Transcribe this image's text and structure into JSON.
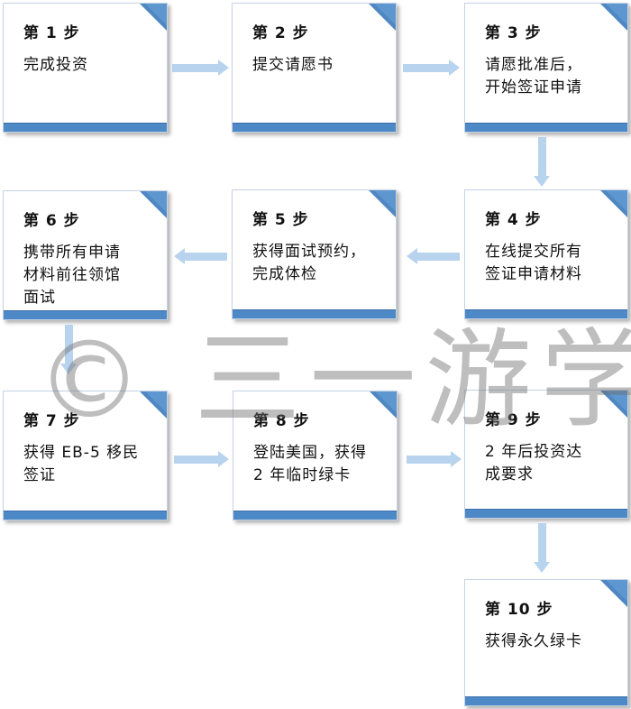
{
  "steps": [
    {
      "title": "第 1 步",
      "desc": "完成投资"
    },
    {
      "title": "第 2 步",
      "desc": "提交请愿书"
    },
    {
      "title": "第 3 步",
      "desc": "请愿批准后，\n开始签证申请"
    },
    {
      "title": "第 4 步",
      "desc": "在线提交所有\n签证申请材料"
    },
    {
      "title": "第 5 步",
      "desc": "获得面试预约，\n完成体检"
    },
    {
      "title": "第 6 步",
      "desc": "携带所有申请\n材料前往领馆\n面试"
    },
    {
      "title": "第 7 步",
      "desc": "获得 EB-5 移民\n签证"
    },
    {
      "title": "第 8 步",
      "desc": "登陆美国，获得\n2 年临时绿卡"
    },
    {
      "title": "第 9 步",
      "desc": "2 年后投资达\n成要求"
    },
    {
      "title": "第 10 步",
      "desc": "获得永久绿卡"
    }
  ],
  "watermark": "© 三一游学",
  "colors": {
    "accent": "#4d88c7",
    "arrow": "#b8d3ee",
    "corner": "#4f87c2"
  }
}
